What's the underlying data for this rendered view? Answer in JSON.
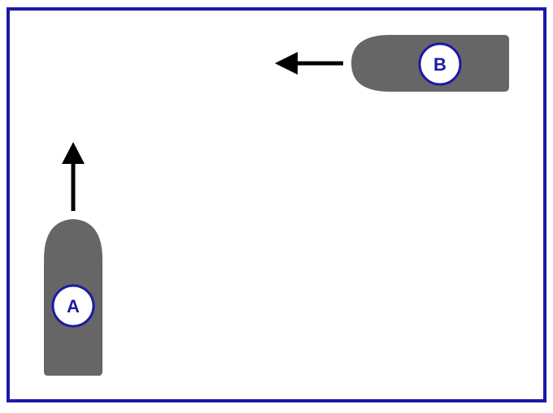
{
  "colors": {
    "frame": "#1a1aa6",
    "hull": "#666666",
    "label_ring": "#1a1aa6",
    "label_fill": "#ffffff",
    "label_text": "#1a1aa6",
    "arrow": "#000000"
  },
  "vessels": [
    {
      "label": "A",
      "heading": "up",
      "icon": "arrow-up-icon"
    },
    {
      "label": "B",
      "heading": "left",
      "icon": "arrow-left-icon"
    }
  ]
}
